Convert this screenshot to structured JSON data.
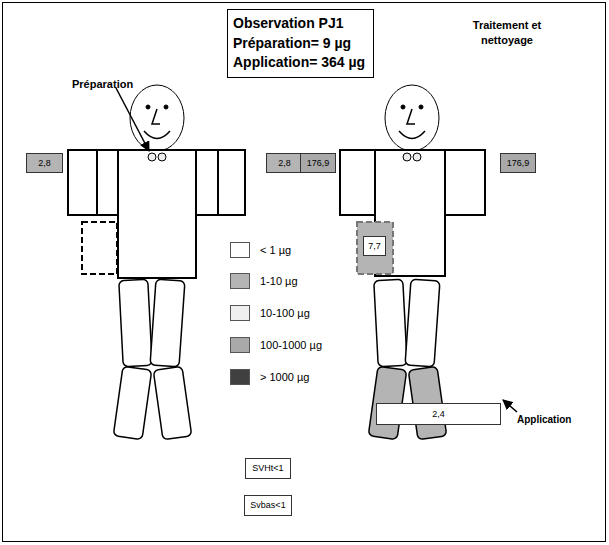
{
  "diagram": {
    "nodes": [
      {
        "text": [
          "Observation PJ1",
          "Préparation= 9 µg",
          "Application= 364 µg"
        ]
      },
      {
        "text": [
          "2,8"
        ]
      },
      {
        "text": [
          "2,8"
        ]
      },
      {
        "text": [
          "176,9"
        ]
      },
      {
        "text": [
          "176,9"
        ]
      },
      {
        "text": [
          "7,7"
        ]
      },
      {
        "text": [
          "2,4"
        ]
      },
      {
        "text": [
          "SVHt<1"
        ]
      },
      {
        "text": [
          "Svbas<1"
        ]
      }
    ],
    "labels": [
      "Préparation",
      "Traitement et nettoyage",
      "Application"
    ],
    "legend": [
      {
        "text": "< 1 µg",
        "color": "#ffffff"
      },
      {
        "text": "1-10 µg",
        "color": "#b4b4b4"
      },
      {
        "text": "10-100 µg",
        "color": "#efefef"
      },
      {
        "text": "100-1000 µg",
        "color": "#a9a9a9"
      },
      {
        "text": "> 1000 µg",
        "color": "#404040"
      }
    ]
  }
}
